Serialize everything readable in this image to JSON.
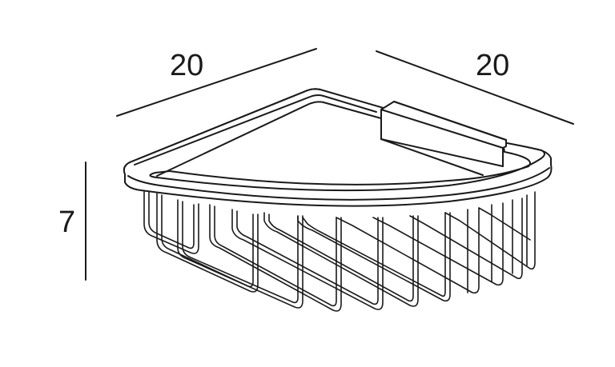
{
  "diagram": {
    "subject": "corner wire shower basket",
    "units_shown": false,
    "dimensions": {
      "width": {
        "label": "20",
        "position": "top-left"
      },
      "depth": {
        "label": "20",
        "position": "top-right"
      },
      "height": {
        "label": "7",
        "position": "left"
      }
    },
    "colors": {
      "line": "#1a1a1a",
      "background": "#ffffff"
    }
  }
}
